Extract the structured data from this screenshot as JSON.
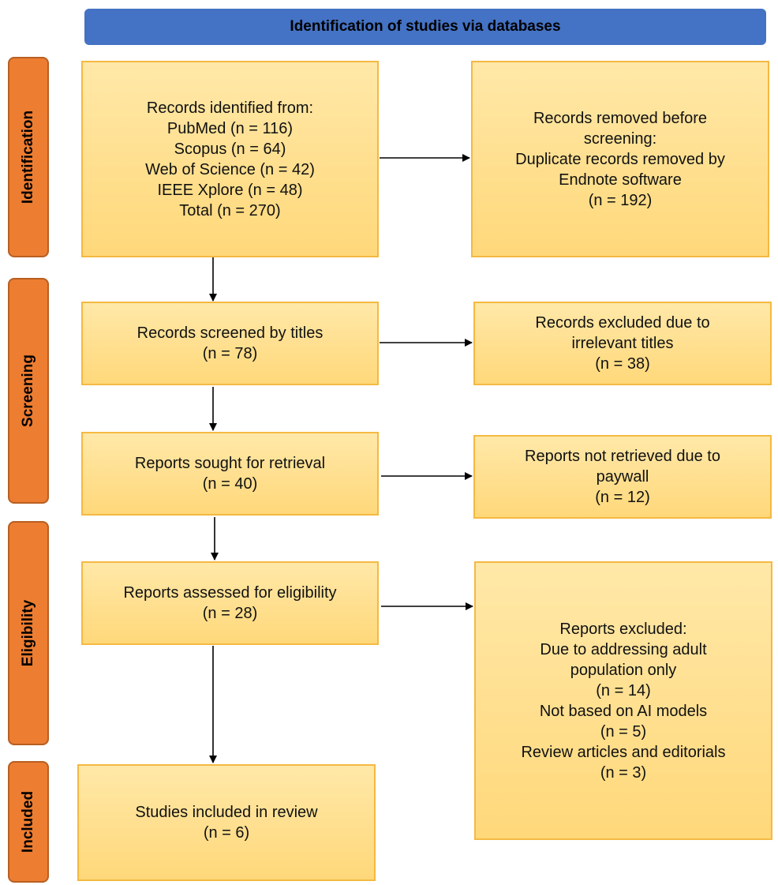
{
  "header": {
    "title": "Identification of studies via databases"
  },
  "stages": {
    "identification": "Identification",
    "screening": "Screening",
    "eligibility": "Eligibility",
    "included": "Included"
  },
  "boxes": {
    "records_identified": {
      "lines": [
        "Records identified from:",
        "PubMed (n = 116)",
        "Scopus (n = 64)",
        "Web of Science (n = 42)",
        "IEEE Xplore (n = 48)",
        "Total (n = 270)"
      ]
    },
    "records_removed": {
      "lines": [
        "Records removed before",
        "screening:",
        "Duplicate records removed by",
        "Endnote software",
        "(n = 192)"
      ]
    },
    "records_screened": {
      "lines": [
        "Records screened by titles",
        "(n = 78)"
      ]
    },
    "records_excluded": {
      "lines": [
        "Records excluded due to",
        "irrelevant titles",
        "(n = 38)"
      ]
    },
    "reports_sought": {
      "lines": [
        "Reports sought for retrieval",
        "(n = 40)"
      ]
    },
    "reports_not_retrieved": {
      "lines": [
        "Reports not retrieved due to",
        "paywall",
        "(n = 12)"
      ]
    },
    "reports_assessed": {
      "lines": [
        "Reports assessed for eligibility",
        "(n = 28)"
      ]
    },
    "reports_excluded": {
      "lines": [
        "Reports excluded:",
        "Due to addressing adult",
        "population only",
        "(n = 14)",
        "Not based on AI models",
        "(n = 5)",
        "Review articles and editorials",
        "(n = 3)"
      ]
    },
    "studies_included": {
      "lines": [
        "Studies included in review",
        "(n = 6)"
      ]
    }
  }
}
